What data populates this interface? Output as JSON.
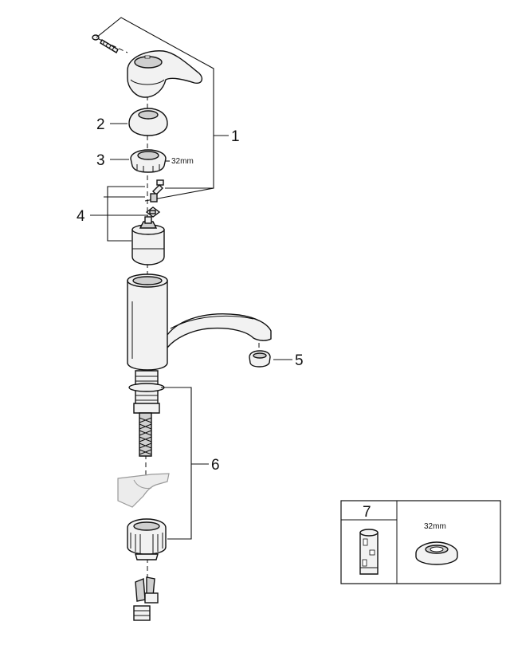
{
  "callouts": {
    "c1": "1",
    "c2": "2",
    "c3": "3",
    "c4": "4",
    "c5": "5",
    "c6": "6",
    "c7": "7"
  },
  "dimensions": {
    "nut_size": "32mm",
    "legend_nut_size": "32mm"
  }
}
